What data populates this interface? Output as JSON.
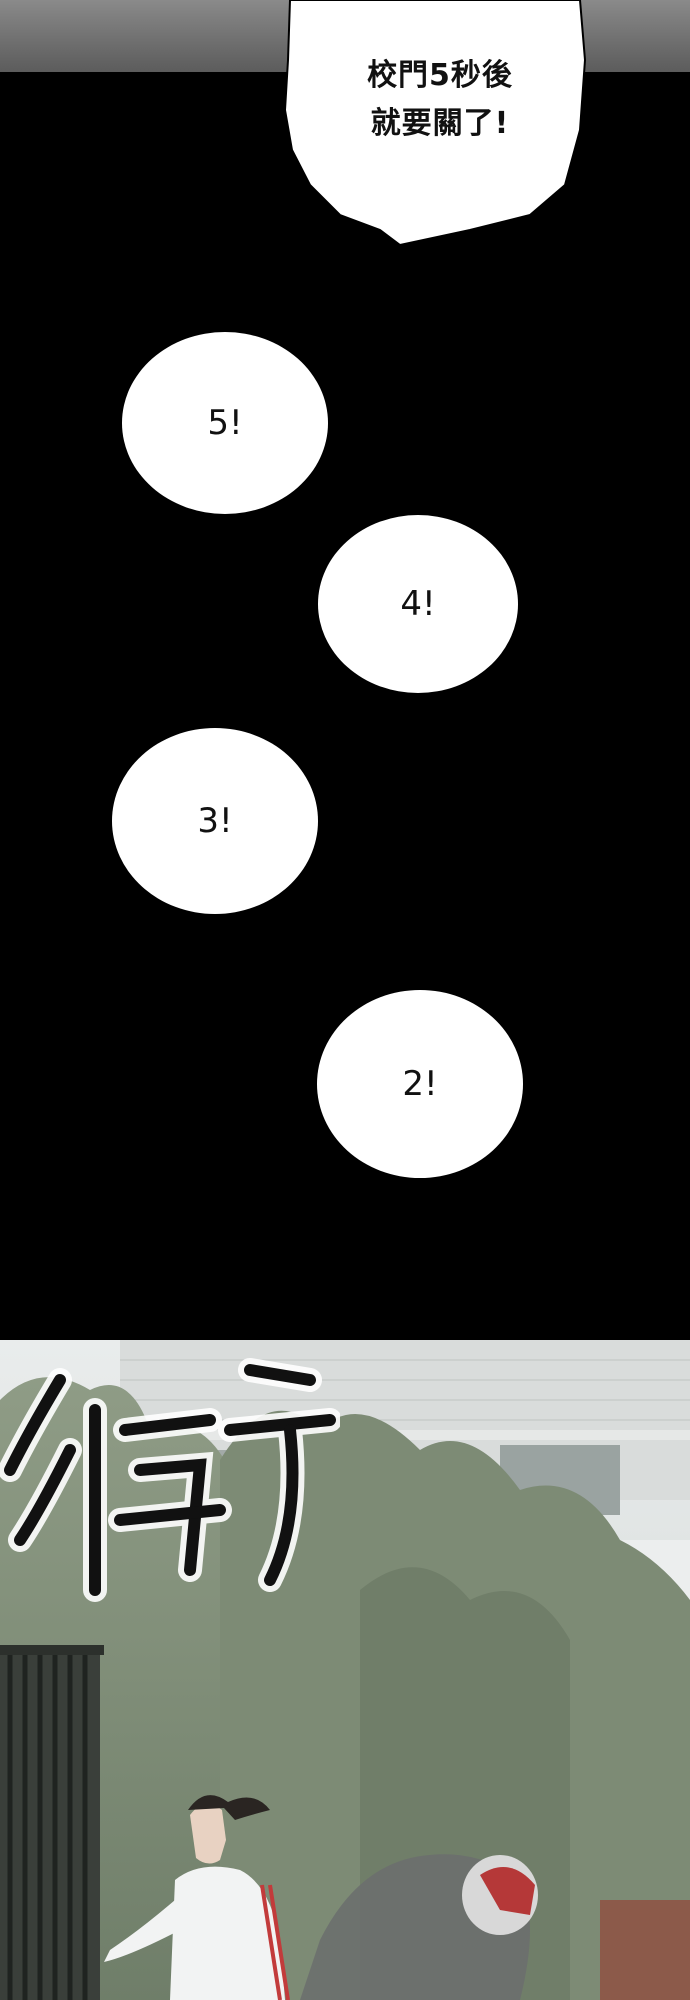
{
  "top_balloon": {
    "line1": "校門5秒後",
    "line2": "就要關了!"
  },
  "countdown": [
    "5!",
    "4!",
    "3!",
    "2!"
  ],
  "sound_effect": "衝",
  "colors": {
    "panel_bg": "#000000",
    "bubble_fill": "#ffffff",
    "text": "#111111"
  }
}
